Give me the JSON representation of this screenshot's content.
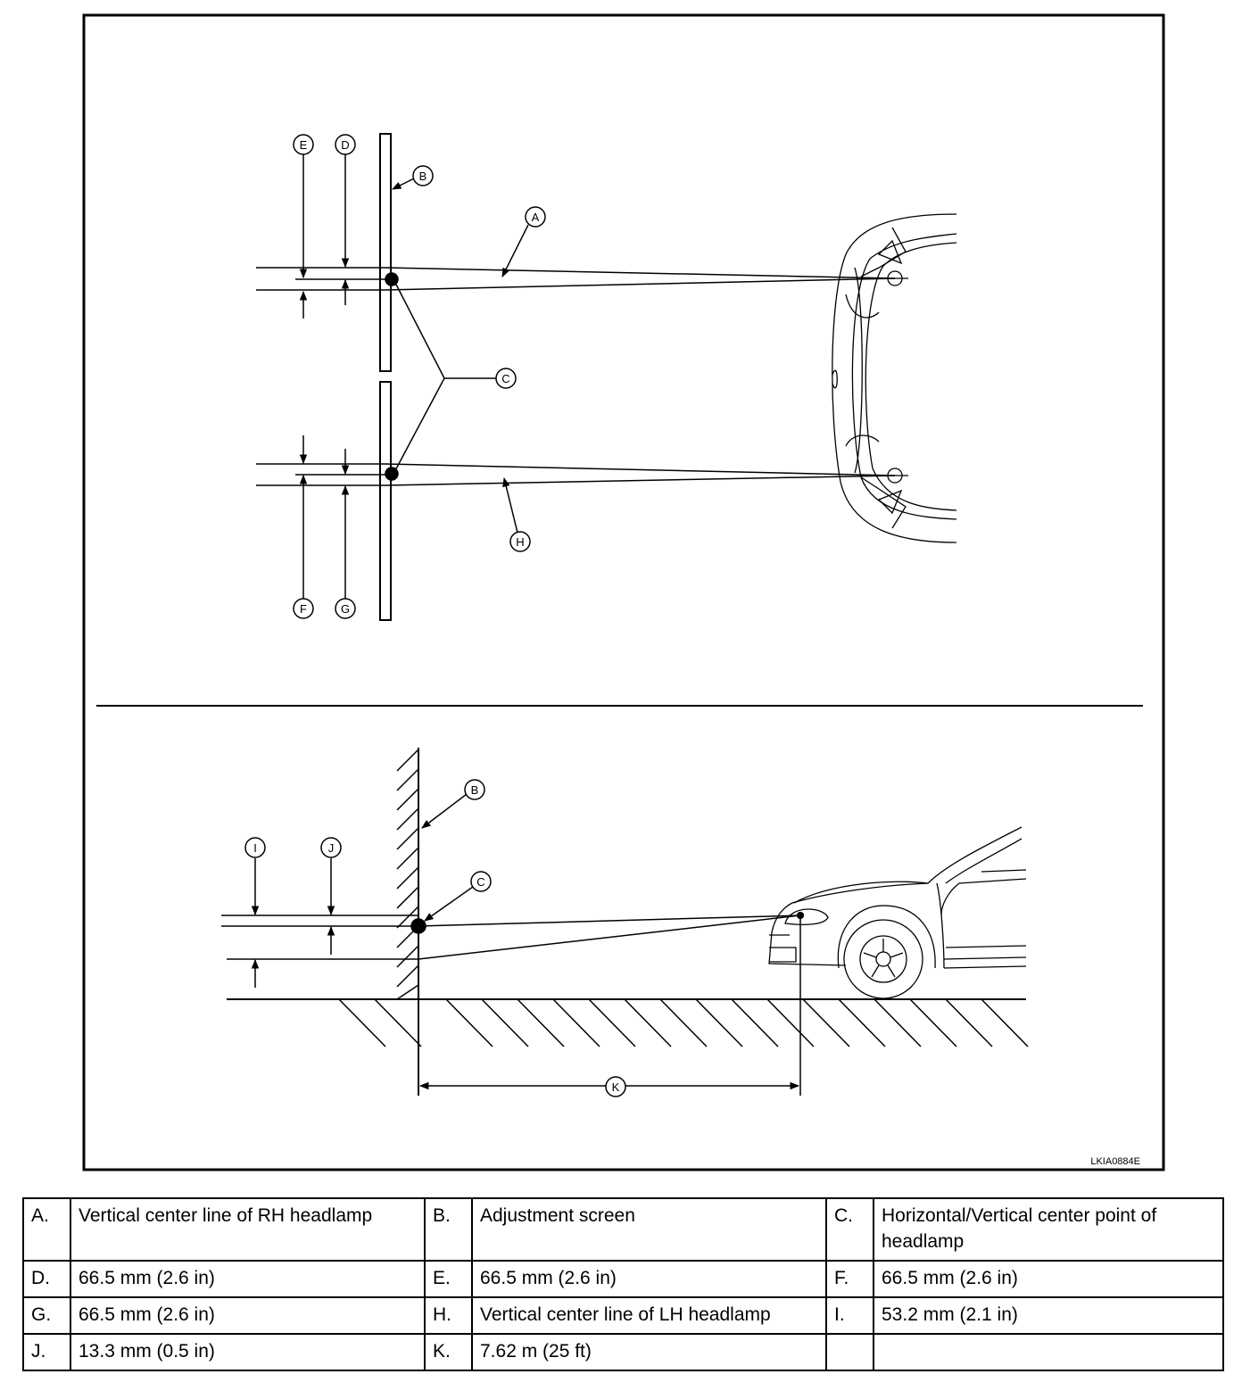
{
  "figure": {
    "code": "LKIA0884E",
    "callouts": {
      "A": "A",
      "B": "B",
      "C": "C",
      "D": "D",
      "E": "E",
      "F": "F",
      "G": "G",
      "H": "H",
      "I": "I",
      "J": "J",
      "K": "K"
    }
  },
  "legend": {
    "rows": [
      [
        {
          "key": "A.",
          "value": "Vertical center line of RH headlamp"
        },
        {
          "key": "B.",
          "value": "Adjustment screen"
        },
        {
          "key": "C.",
          "value": "Horizontal/Vertical center point of headlamp"
        }
      ],
      [
        {
          "key": "D.",
          "value": "66.5 mm (2.6 in)"
        },
        {
          "key": "E.",
          "value": "66.5 mm (2.6 in)"
        },
        {
          "key": "F.",
          "value": "66.5 mm (2.6 in)"
        }
      ],
      [
        {
          "key": "G.",
          "value": "66.5 mm (2.6 in)"
        },
        {
          "key": "H.",
          "value": "Vertical center line of LH headlamp"
        },
        {
          "key": "I.",
          "value": "53.2 mm (2.1 in)"
        }
      ],
      [
        {
          "key": "J.",
          "value": "13.3 mm (0.5 in)"
        },
        {
          "key": "K.",
          "value": "7.62 m (25 ft)"
        },
        {
          "key": "",
          "value": ""
        }
      ]
    ]
  }
}
